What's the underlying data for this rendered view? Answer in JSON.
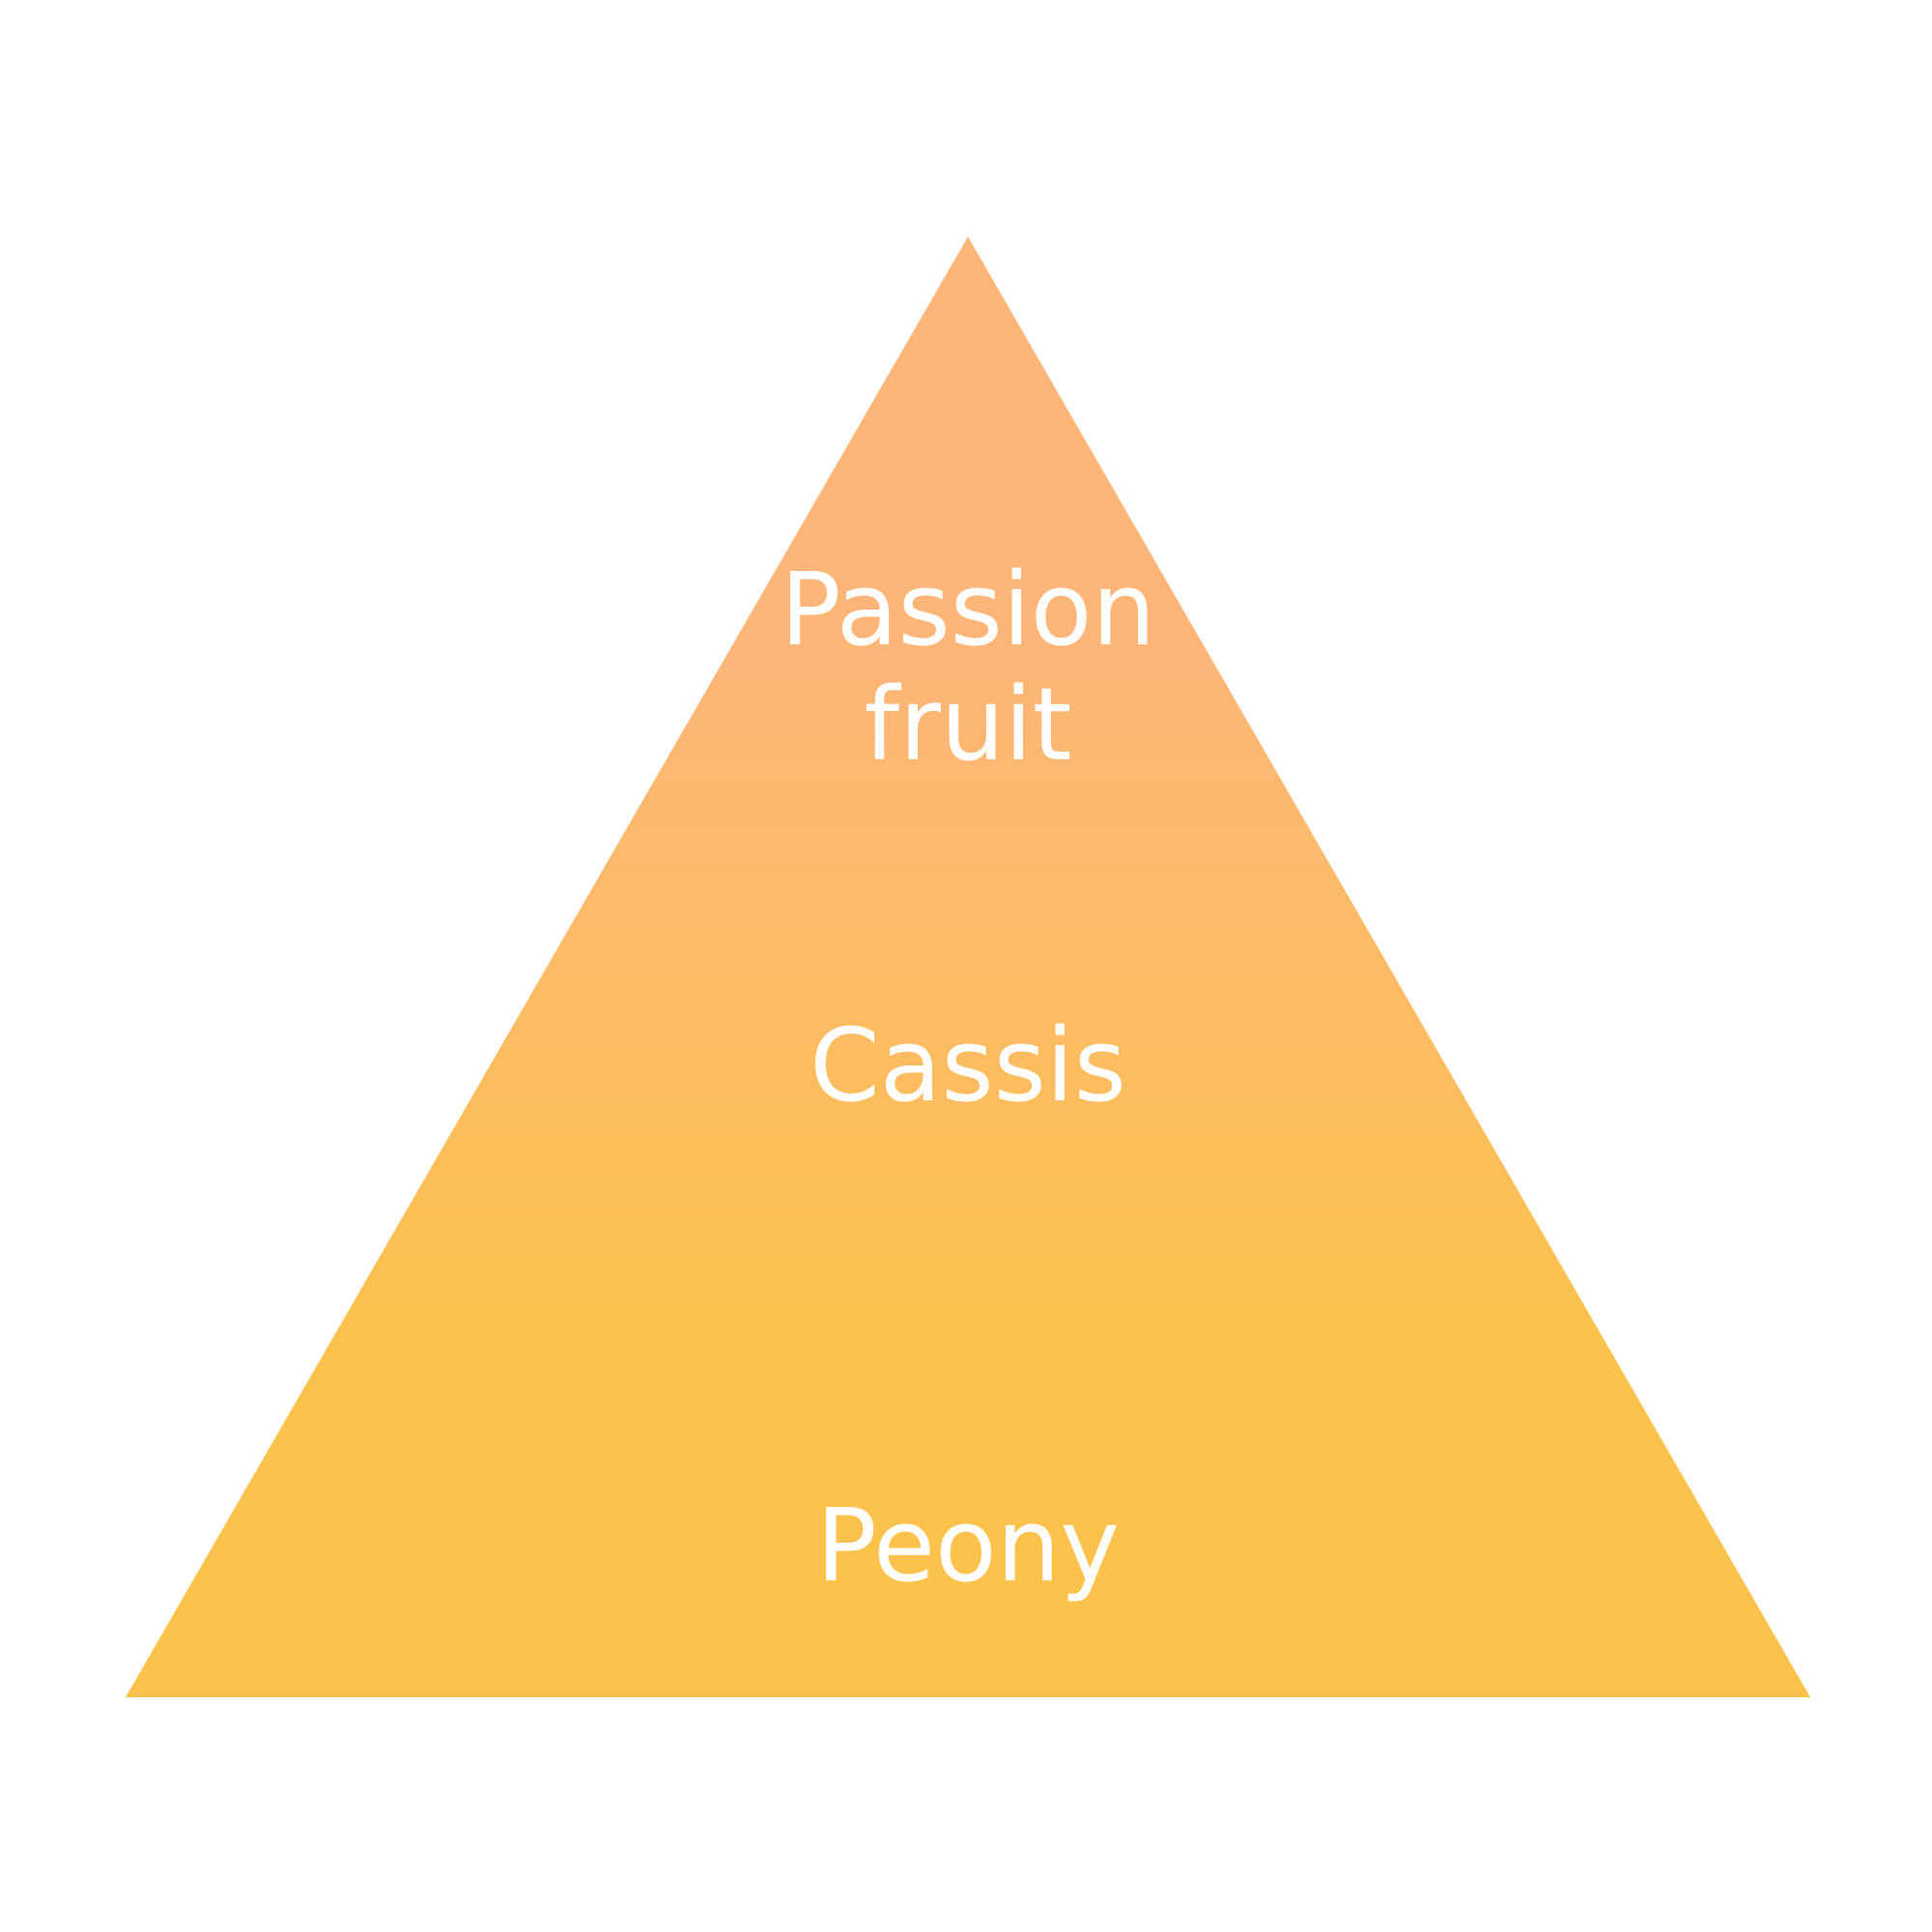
{
  "diagram": {
    "type": "pyramid",
    "fill_top_color": "#FDB677",
    "fill_bottom_color": "#FDC24C",
    "label_color": "#FFFFFF",
    "levels": [
      {
        "lines": [
          "Passion",
          "fruit"
        ]
      },
      {
        "lines": [
          "Cassis"
        ]
      },
      {
        "lines": [
          "Peony"
        ]
      }
    ]
  }
}
